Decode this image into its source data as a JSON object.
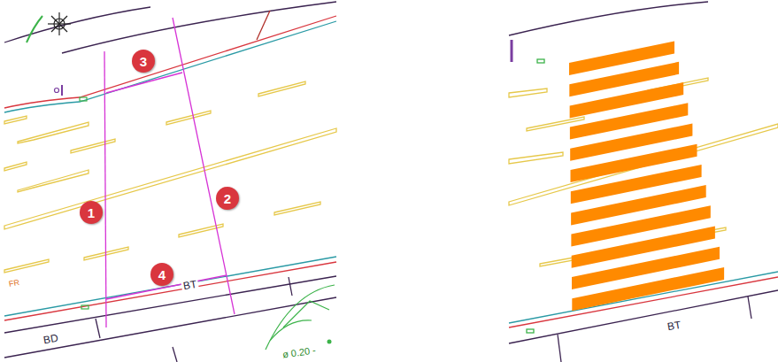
{
  "diagram": {
    "labels": [
      "3",
      "1",
      "2",
      "4",
      "BT",
      "BD",
      "ø 0.20 -",
      "FR",
      "BT"
    ]
  }
}
